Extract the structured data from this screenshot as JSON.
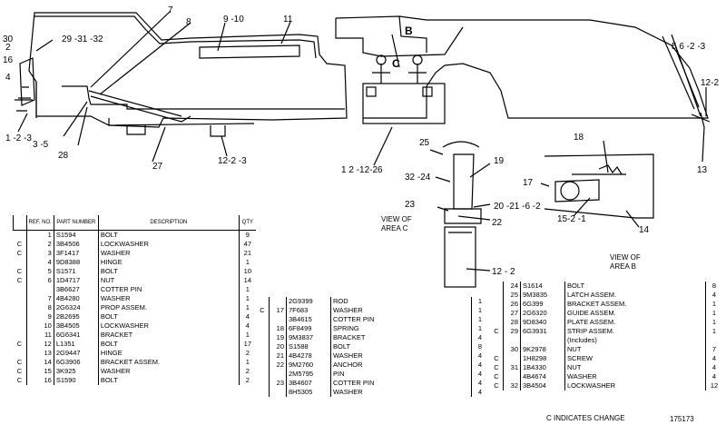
{
  "callouts": {
    "c30": "30",
    "c2": "2",
    "c16": "16",
    "c4": "4",
    "c29_31_32": "29 -31 -32",
    "c7": "7",
    "c8": "8",
    "c9_10": "9 -10",
    "c11": "11",
    "cB": "B",
    "cC": "C",
    "c5_6_2_3": "5 6 -2 -3",
    "c12_2": "12-2",
    "c13": "13",
    "c1_2_3": "1 -2 -3",
    "c3_5": "3 -5",
    "c28": "28",
    "c27": "27",
    "c12_2_3": "12-2 -3",
    "c1_2_12_26": "1 2 -12-26",
    "c25": "25",
    "c19": "19",
    "c32_24": "32 -24",
    "c23": "23",
    "c20_21_6_2": "20 -21 -6 -2",
    "c22": "22",
    "c18": "18",
    "c17": "17",
    "c15_2_1": "15-2 -1",
    "c14": "14",
    "c12_2b": "12 - 2"
  },
  "view_c_label": [
    "VIEW OF",
    "AREA C"
  ],
  "view_b_label": [
    "VIEW OF",
    "AREA B"
  ],
  "table1": {
    "headers": {
      "ref": "REF. NO.",
      "part": "PART NUMBER",
      "desc": "DESCRIPTION",
      "qty": "QTY"
    },
    "rows": [
      {
        "c": "",
        "ref": "1",
        "pn": "S1594",
        "desc": "BOLT",
        "qty": "9"
      },
      {
        "c": "C",
        "ref": "2",
        "pn": "3B4506",
        "desc": "LOCKWASHER",
        "qty": "47"
      },
      {
        "c": "C",
        "ref": "3",
        "pn": "3F1417",
        "desc": "WASHER",
        "qty": "21"
      },
      {
        "c": "",
        "ref": "4",
        "pn": "9D8388",
        "desc": "HINGE",
        "qty": "1"
      },
      {
        "c": "C",
        "ref": "5",
        "pn": "S1571",
        "desc": "BOLT",
        "qty": "10"
      },
      {
        "c": "C",
        "ref": "6",
        "pn": "1D4717",
        "desc": "NUT",
        "qty": "14"
      },
      {
        "c": "",
        "ref": "",
        "pn": "3B6627",
        "desc": "COTTER PIN",
        "qty": "1"
      },
      {
        "c": "",
        "ref": "7",
        "pn": "4B4280",
        "desc": "WASHER",
        "qty": "1"
      },
      {
        "c": "",
        "ref": "8",
        "pn": "2G6324",
        "desc": "PROP ASSEM.",
        "qty": "1"
      },
      {
        "c": "",
        "ref": "9",
        "pn": "2B2695",
        "desc": "BOLT",
        "qty": "4"
      },
      {
        "c": "",
        "ref": "10",
        "pn": "3B4505",
        "desc": "LOCKWASHER",
        "qty": "4"
      },
      {
        "c": "",
        "ref": "11",
        "pn": "6G6341",
        "desc": "BRACKET",
        "qty": "1"
      },
      {
        "c": "C",
        "ref": "12",
        "pn": "L1351",
        "desc": "BOLT",
        "qty": "17"
      },
      {
        "c": "",
        "ref": "13",
        "pn": "2G9447",
        "desc": "HINGE",
        "qty": "2"
      },
      {
        "c": "C",
        "ref": "14",
        "pn": "6G3906",
        "desc": "BRACKET ASSEM.",
        "qty": "1"
      },
      {
        "c": "C",
        "ref": "15",
        "pn": "3K925",
        "desc": "WASHER",
        "qty": "2"
      },
      {
        "c": "C",
        "ref": "16",
        "pn": "S1590",
        "desc": "BOLT",
        "qty": "2"
      }
    ]
  },
  "table2": {
    "rows": [
      {
        "c": "",
        "ref": "",
        "pn": "2G9399",
        "desc": "ROD",
        "qty": "1"
      },
      {
        "c": "C",
        "ref": "17",
        "pn": "7F683",
        "desc": "WASHER",
        "qty": "1"
      },
      {
        "c": "",
        "ref": "",
        "pn": "3B4615",
        "desc": "COTTER PIN",
        "qty": "1"
      },
      {
        "c": "",
        "ref": "18",
        "pn": "6F8499",
        "desc": "SPRING",
        "qty": "1"
      },
      {
        "c": "",
        "ref": "19",
        "pn": "9M3837",
        "desc": "BRACKET",
        "qty": "4"
      },
      {
        "c": "",
        "ref": "20",
        "pn": "S1588",
        "desc": "BOLT",
        "qty": "8"
      },
      {
        "c": "",
        "ref": "21",
        "pn": "4B4278",
        "desc": "WASHER",
        "qty": "4"
      },
      {
        "c": "",
        "ref": "22",
        "pn": "9M2760",
        "desc": "ANCHOR",
        "qty": "4"
      },
      {
        "c": "",
        "ref": "",
        "pn": "2M5795",
        "desc": "PIN",
        "qty": "4"
      },
      {
        "c": "",
        "ref": "23",
        "pn": "3B4607",
        "desc": "COTTER PIN",
        "qty": "4"
      },
      {
        "c": "",
        "ref": "",
        "pn": "8H5305",
        "desc": "WASHER",
        "qty": "4"
      }
    ]
  },
  "table3": {
    "rows": [
      {
        "c": "",
        "ref": "24",
        "pn": "S1614",
        "desc": "BOLT",
        "qty": "8"
      },
      {
        "c": "",
        "ref": "25",
        "pn": "9M3835",
        "desc": "LATCH ASSEM.",
        "qty": "4"
      },
      {
        "c": "",
        "ref": "26",
        "pn": "6G399",
        "desc": "BRACKET ASSEM.",
        "qty": "1"
      },
      {
        "c": "",
        "ref": "27",
        "pn": "2G6320",
        "desc": "GUIDE ASSEM.",
        "qty": "1"
      },
      {
        "c": "",
        "ref": "28",
        "pn": "9D8340",
        "desc": "PLATE ASSEM.",
        "qty": "1"
      },
      {
        "c": "C",
        "ref": "29",
        "pn": "6G3931",
        "desc": "STRIP ASSEM.",
        "qty": "1"
      },
      {
        "c": "",
        "ref": "",
        "pn": "",
        "desc": "(Includes)",
        "qty": ""
      },
      {
        "c": "",
        "ref": "30",
        "pn": "9K2978",
        "desc": "NUT",
        "qty": "7"
      },
      {
        "c": "C",
        "ref": "",
        "pn": "1H8298",
        "desc": "SCREW",
        "qty": "4"
      },
      {
        "c": "C",
        "ref": "31",
        "pn": "1B4330",
        "desc": "NUT",
        "qty": "4"
      },
      {
        "c": "C",
        "ref": "",
        "pn": "4B4674",
        "desc": "WASHER",
        "qty": "4"
      },
      {
        "c": "C",
        "ref": "32",
        "pn": "3B4504",
        "desc": "LOCKWASHER",
        "qty": "12"
      }
    ]
  },
  "footnote": "C  INDICATES CHANGE",
  "figure_number": "175173"
}
